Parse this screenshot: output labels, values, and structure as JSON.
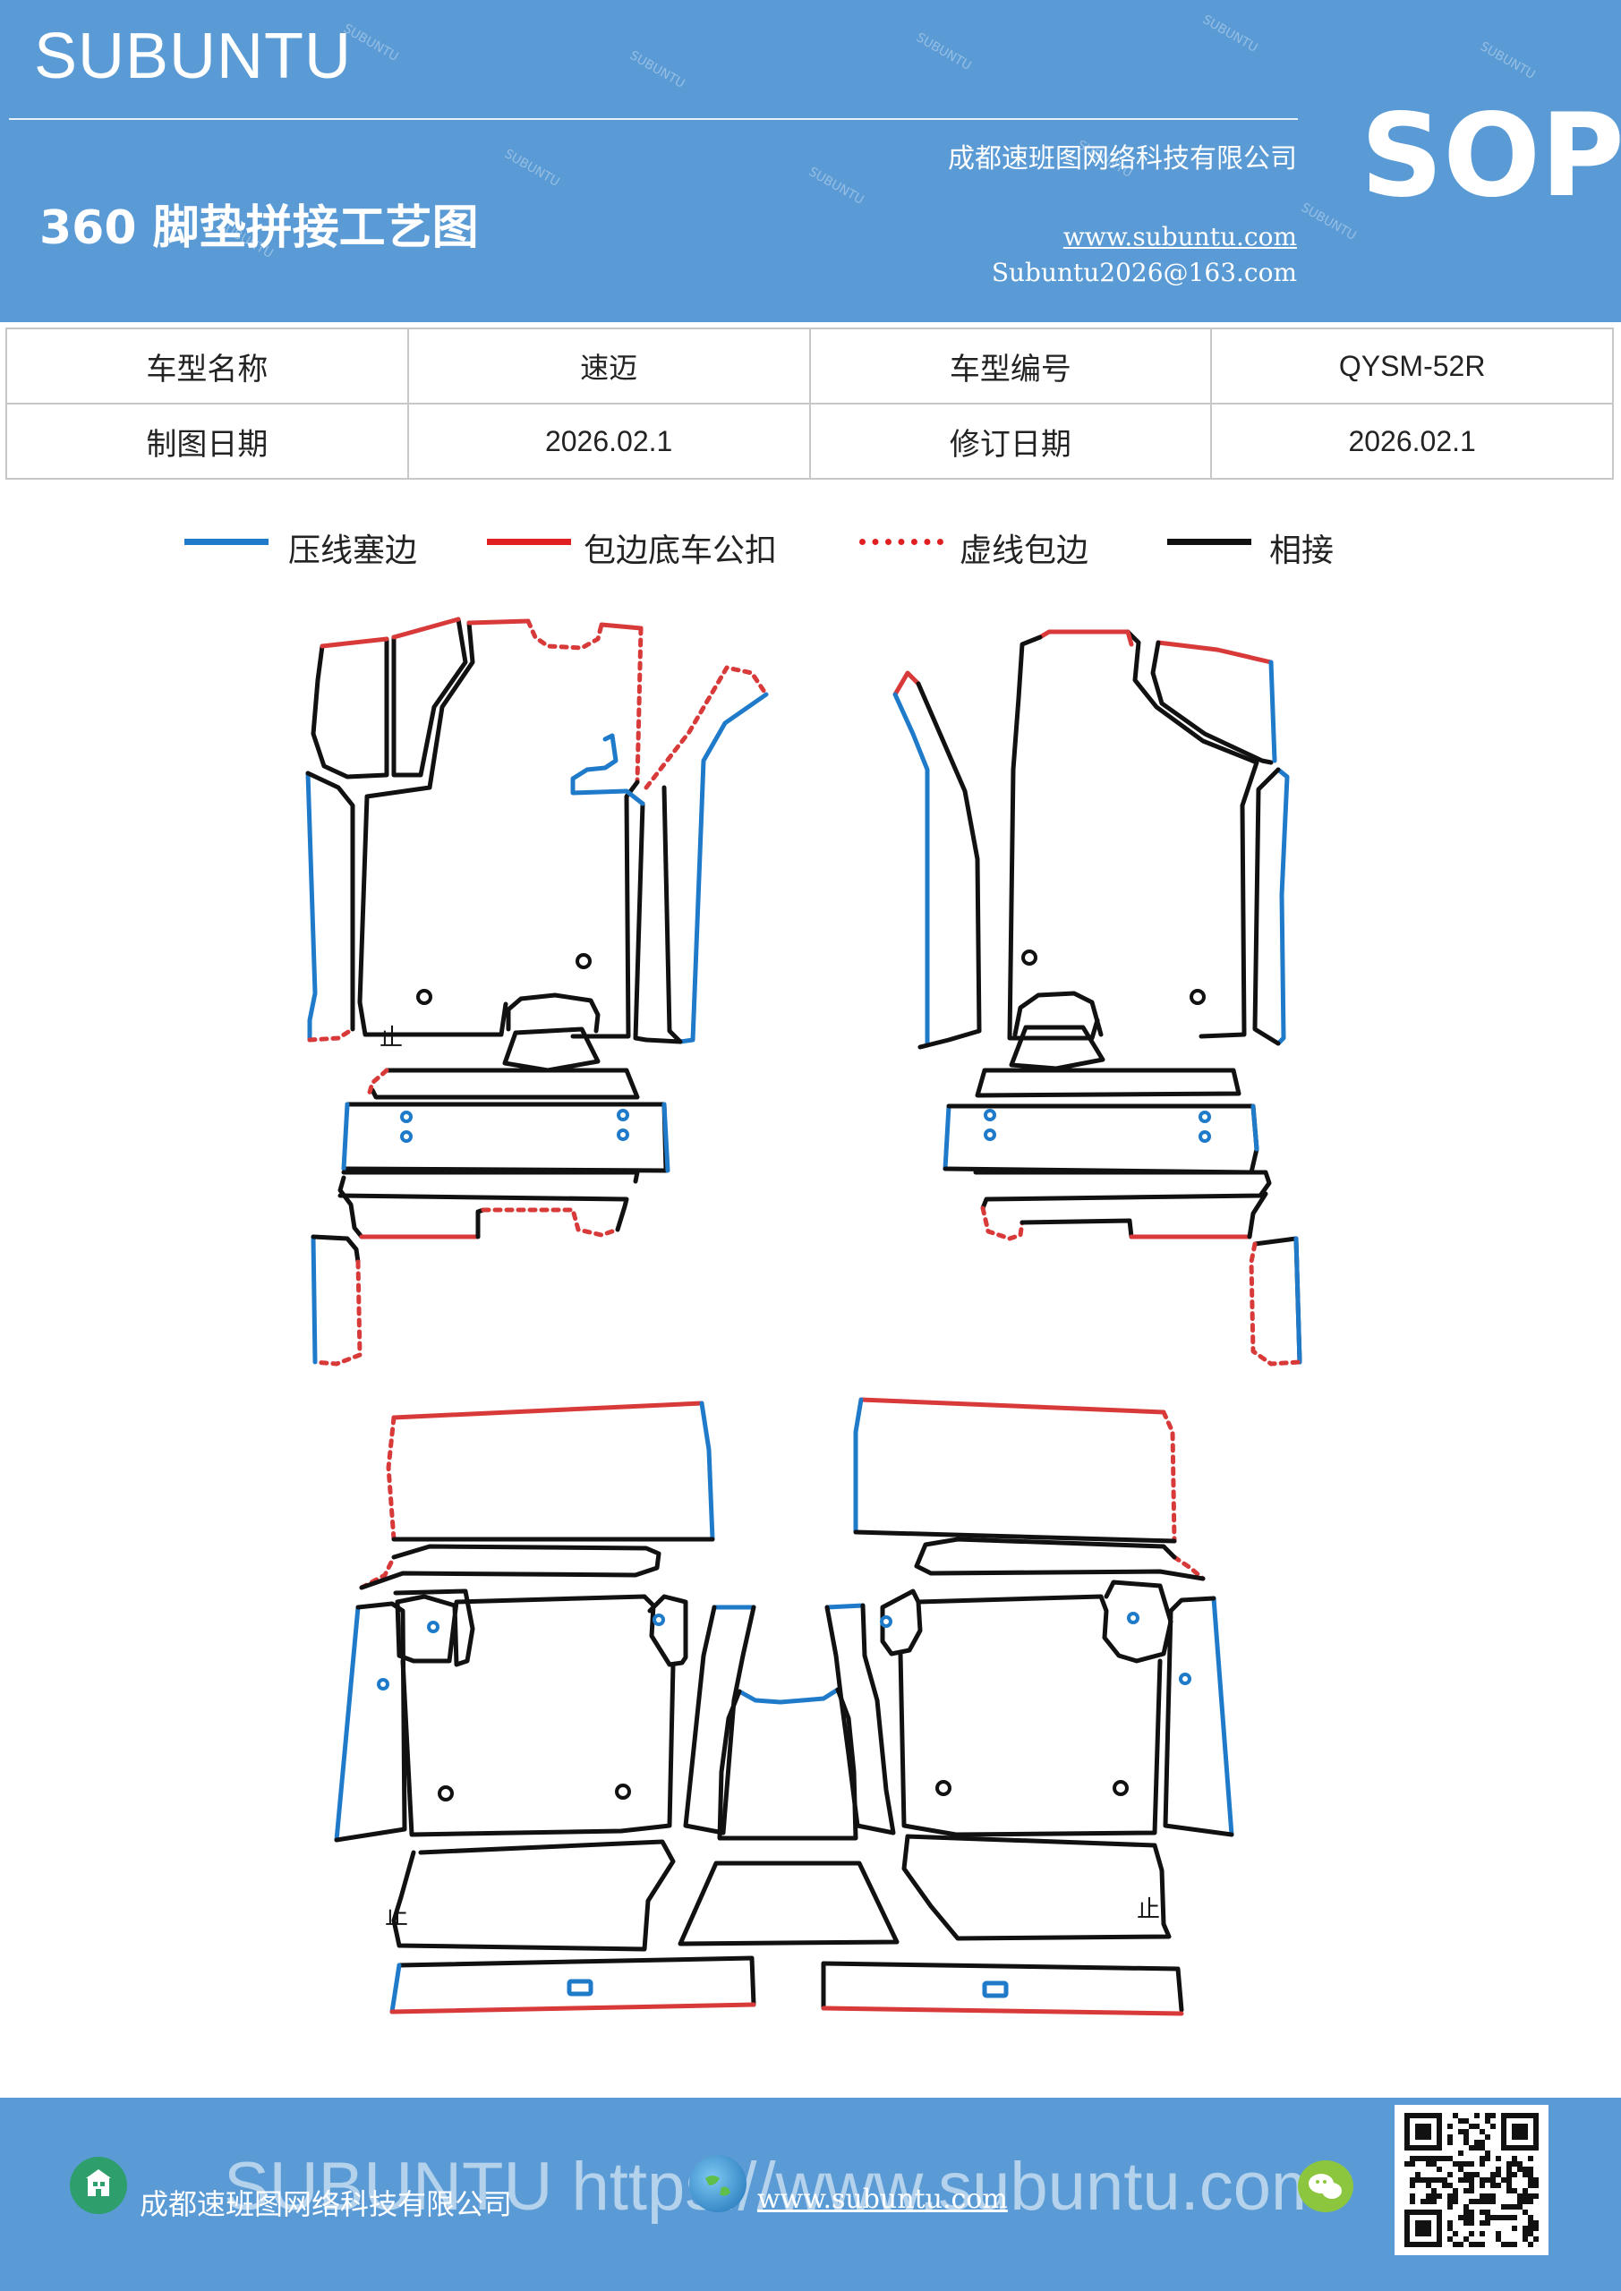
{
  "header": {
    "brand": "SUBUNTU",
    "title": "360 脚垫拼接工艺图",
    "company": "成都速班图网络科技有限公司",
    "website": "www.subuntu.com",
    "email": "Subuntu2026@163.com",
    "badge": "SOP"
  },
  "info_table": {
    "rows": [
      [
        "车型名称",
        "速迈",
        "车型编号",
        "QYSM-52R"
      ],
      [
        "制图日期",
        "2026.02.1",
        "修订日期",
        "2026.02.1"
      ]
    ]
  },
  "legend": {
    "items": [
      {
        "label": "压线塞边",
        "color": "#1f7bc9",
        "style": "solid"
      },
      {
        "label": "包边底车公扣",
        "color": "#e02020",
        "style": "solid"
      },
      {
        "label": "虚线包边",
        "color": "#e02020",
        "style": "dotted"
      },
      {
        "label": "相接",
        "color": "#000000",
        "style": "solid"
      }
    ]
  },
  "colors": {
    "header_bg": "#5b9bd5",
    "blue": "#1f7bc9",
    "red": "#d83a3a",
    "black": "#111111"
  },
  "footer": {
    "company": "成都速班图网络科技有限公司",
    "website": "www.subuntu.com",
    "watermark": "SUBUNTU https://www.subuntu.com",
    "icons": [
      "building-icon",
      "globe-icon",
      "wechat-icon"
    ],
    "qr": "qr-code"
  }
}
